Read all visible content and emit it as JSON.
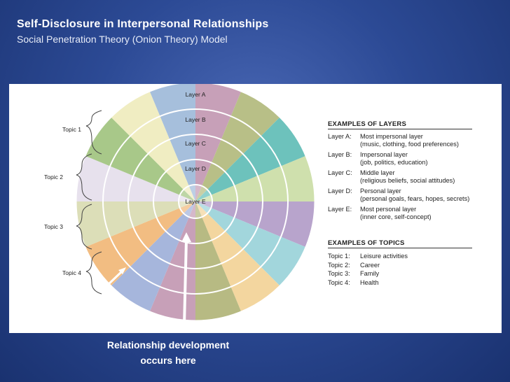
{
  "title": "Self-Disclosure in Interpersonal Relationships",
  "subtitle": "Social Penetration Theory (Onion Theory) Model",
  "layer_labels": [
    "Layer A",
    "Layer B",
    "Layer C",
    "Layer D",
    "Layer E"
  ],
  "topic_labels": [
    "Topic 1",
    "Topic 2",
    "Topic 3",
    "Topic 4"
  ],
  "examples_of_layers": {
    "heading": "EXAMPLES OF LAYERS",
    "items": [
      {
        "key": "Layer A:",
        "text": "Most impersonal layer",
        "sub": "(music, clothing, food preferences)"
      },
      {
        "key": "Layer B:",
        "text": "Impersonal layer",
        "sub": "(job, politics, education)"
      },
      {
        "key": "Layer C:",
        "text": "Middle layer",
        "sub": "(religious beliefs, social attitudes)"
      },
      {
        "key": "Layer D:",
        "text": "Personal layer",
        "sub": "(personal goals, fears, hopes, secrets)"
      },
      {
        "key": "Layer E:",
        "text": "Most personal layer",
        "sub": "(inner core, self-concept)"
      }
    ]
  },
  "examples_of_topics": {
    "heading": "EXAMPLES OF TOPICS",
    "items": [
      {
        "key": "Topic 1:",
        "text": "Leisure activities"
      },
      {
        "key": "Topic 2:",
        "text": "Career"
      },
      {
        "key": "Topic 3:",
        "text": "Family"
      },
      {
        "key": "Topic 4:",
        "text": "Health"
      }
    ]
  },
  "caption": {
    "line1": "Relationship development",
    "line2": "occurs here"
  },
  "wedge_colors": [
    "#c7a0b8",
    "#b8bf87",
    "#6dc2bc",
    "#cfe0ad",
    "#b8a4cc",
    "#a2d6dc",
    "#f3d69f",
    "#b7ba83",
    "#c7a0b8",
    "#a6b6dc",
    "#f2bd82",
    "#dcdeb8",
    "#e7e1ed",
    "#a8c889",
    "#f0edc2",
    "#a6bfdc"
  ]
}
